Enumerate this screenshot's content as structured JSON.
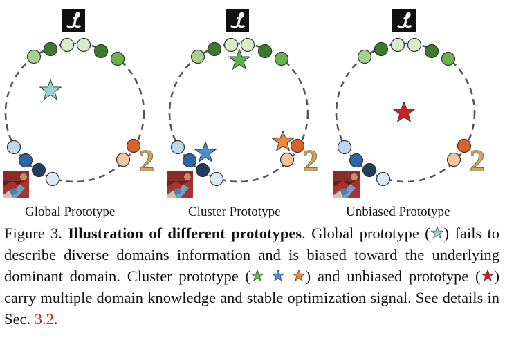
{
  "colors": {
    "light_green": "#a8d08d",
    "dark_green": "#3e7a2e",
    "mid_green": "#6ab04c",
    "pale_green": "#d7ecc8",
    "light_blue": "#bcd7ee",
    "dark_blue": "#2b67a8",
    "navy": "#1f3d5e",
    "pale_blue": "#dbe9f6",
    "orange": "#d9642a",
    "peach": "#f4c49e",
    "global_star": "#9ccfd0",
    "green_star": "#59b548",
    "blue_star": "#4a8fd3",
    "orange_star": "#f08a38",
    "red_star": "#d42020",
    "gold_digit": "#c9a96b"
  },
  "digit_image": "2",
  "panels": [
    {
      "label": "Global Prototype",
      "icon": "cursive-one-image",
      "stars": [
        "global-star"
      ]
    },
    {
      "label": "Cluster Prototype",
      "icon": "cursive-one-image",
      "stars": [
        "green-star",
        "blue-star",
        "orange-star"
      ]
    },
    {
      "label": "Unbiased Prototype",
      "icon": "cursive-one-image",
      "stars": [
        "red-star"
      ]
    }
  ],
  "caption": {
    "figure_label": "Figure 3.",
    "title": "Illustration of different prototypes",
    "t1": ". Global prototype (",
    "t2": ") fails to describe diverse domains information and is biased toward the underlying dominant domain. Cluster prototype (",
    "t3": ") and unbiased prototype (",
    "t4": ") carry multiple domain knowledge and stable optimization signal. See details in Sec. ",
    "ref": "3.2",
    "t5": "."
  }
}
